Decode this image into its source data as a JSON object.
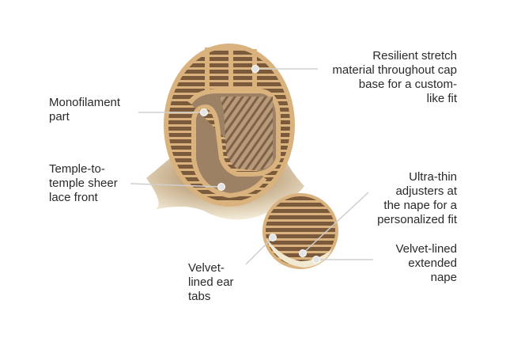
{
  "labels": {
    "stretch": "Resilient stretch\nmaterial throughout cap\nbase for a custom-\nlike fit",
    "mono": "Monofilament\npart",
    "lace": "Temple-to-\ntemple sheer\nlace front",
    "adjusters": "Ultra-thin\nadjusters at\nthe nape for a\npersonalized fit",
    "nape": "Velvet-lined\nextended\nnape",
    "ear": "Velvet-\nlined ear\ntabs"
  },
  "colors": {
    "cap": "#d9b27e",
    "hair_dark": "#6e5034",
    "hair_light": "#f2e9d2",
    "leader": "#cfcfcf"
  }
}
